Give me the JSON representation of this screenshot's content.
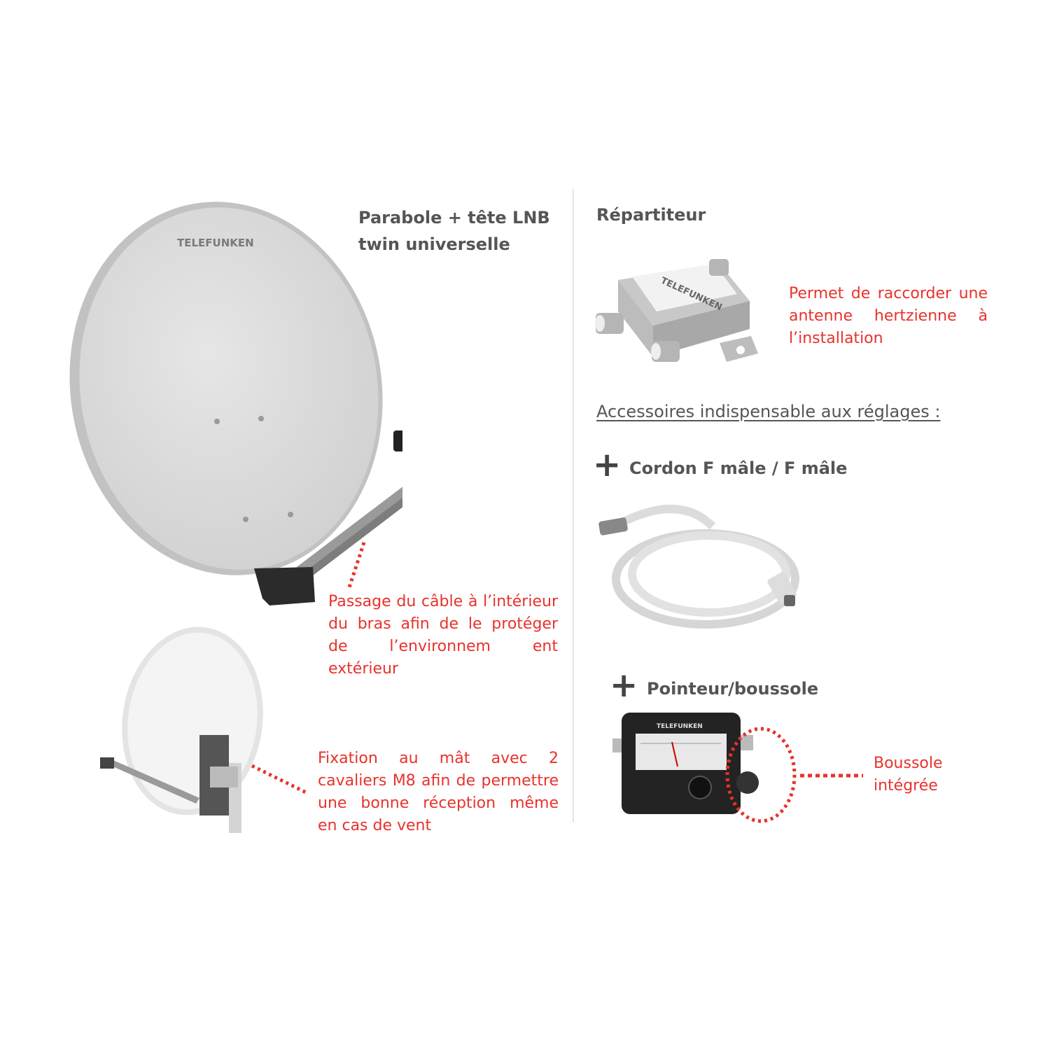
{
  "dish": {
    "title_line1": "Parabole + tête LNB",
    "title_line2": "twin universelle",
    "brand": "TELEFUNKEN",
    "cable_note_line1": "Passage du câble à l’intérieur",
    "cable_note_line2": "du bras afin de le protéger",
    "cable_note_line3": "de l’environnem ent extérieur"
  },
  "mount": {
    "note_line1": "Fixation au mât avec 2",
    "note_line2": "cavaliers M8 afin de permettre",
    "note_line3": "une bonne réception même",
    "note_line4": "en cas de vent"
  },
  "splitter": {
    "title": "Répartiteur",
    "brand": "TELEFUNKEN",
    "note_line1": "Permet de raccorder une",
    "note_line2": "antenne hertzienne à",
    "note_line3": "l’installation"
  },
  "accessories": {
    "heading": "Accessoires indispensable aux réglages :",
    "plus": "+",
    "cable_title": "Cordon F mâle / F mâle",
    "finder_title": "Pointeur/boussole",
    "finder_brand": "TELEFUNKEN",
    "compass_note_line1": "Boussole",
    "compass_note_line2": "intégrée"
  },
  "colors": {
    "annotation": "#e8322c",
    "heading": "#555555",
    "divider": "#e4e4e4"
  }
}
